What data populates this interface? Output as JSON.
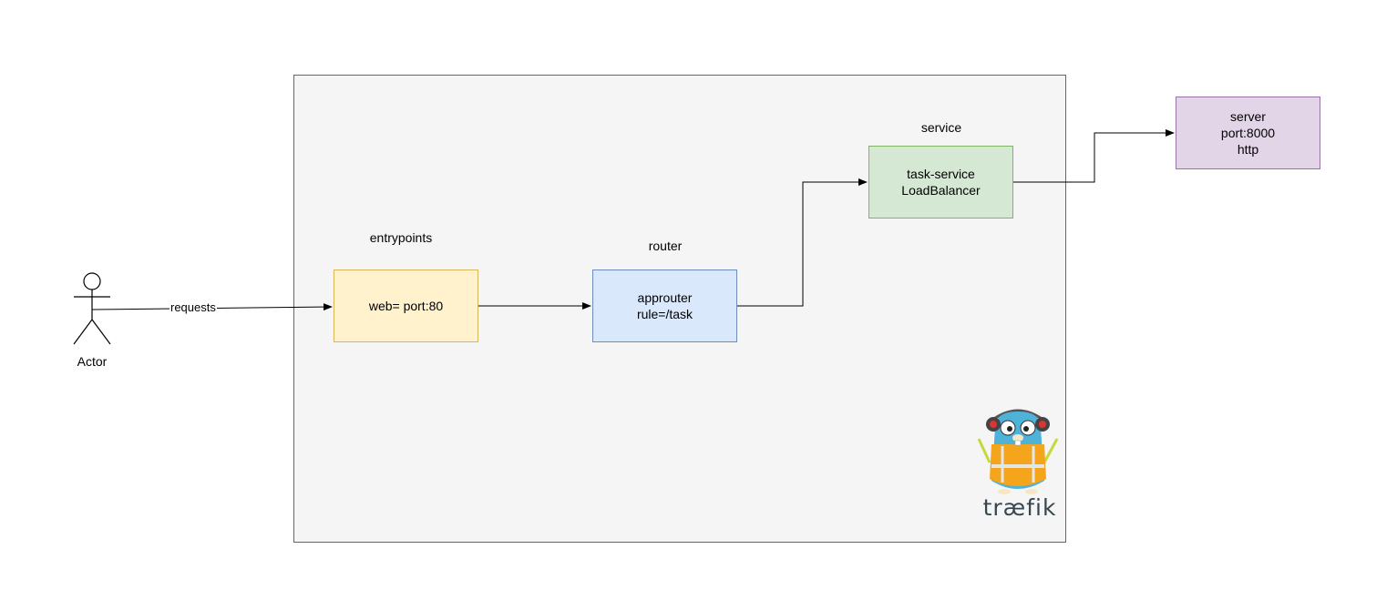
{
  "actor": {
    "label": "Actor"
  },
  "edges": {
    "requests_label": "requests"
  },
  "entrypoints": {
    "title": "entrypoints",
    "lines": [
      "web= port:80"
    ],
    "fill": "#fff2cc",
    "stroke": "#d6b656"
  },
  "router": {
    "title": "router",
    "lines": [
      "approuter",
      "rule=/task"
    ],
    "fill": "#dae8fc",
    "stroke": "#6c8ebf"
  },
  "service": {
    "title": "service",
    "lines": [
      "task-service",
      "LoadBalancer"
    ],
    "fill": "#d5e8d4",
    "stroke": "#82b366"
  },
  "server": {
    "lines": [
      "server",
      "port:8000",
      "http"
    ],
    "fill": "#e1d5e7",
    "stroke": "#9673a6"
  },
  "logo": {
    "icon": "traefik-gopher-icon",
    "text": "træfik"
  }
}
